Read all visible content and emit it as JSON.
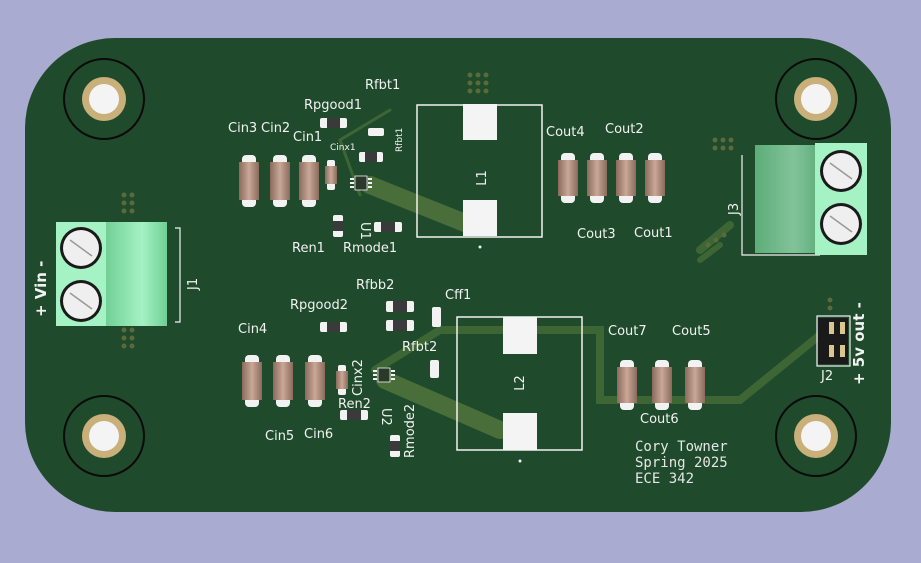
{
  "board": {
    "author": "Cory Towner",
    "term": "Spring 2025",
    "course": "ECE 342"
  },
  "colors": {
    "background": "#a9abd0",
    "board": "#1f4a2c",
    "copper": "#3a5f30",
    "silkscreen": "#f2f2f2",
    "terminal": "#8fe8b0",
    "pad": "#ffffff"
  },
  "labels": {
    "rfbt1": "Rfbt1",
    "rpgood1": "Rpgood1",
    "cin3": "Cin3",
    "cin2": "Cin2",
    "cin1": "Cin1",
    "cinx1": "Cinx1",
    "rfbt1_small": "Rfbt1",
    "u1": "U1",
    "ren1": "Ren1",
    "rmode1": "Rmode1",
    "l1": "L1",
    "cout4": "Cout4",
    "cout2": "Cout2",
    "cout3": "Cout3",
    "cout1": "Cout1",
    "j3": "J3",
    "j1": "J1",
    "rfbb2": "Rfbb2",
    "cff1": "Cff1",
    "rpgood2": "Rpgood2",
    "cin4": "Cin4",
    "cinx2": "Cinx2",
    "rfbt2": "Rfbt2",
    "ren2": "Ren2",
    "u2": "U2",
    "rmode2": "Rmode2",
    "cin5": "Cin5",
    "cin6": "Cin6",
    "l2": "L2",
    "cout7": "Cout7",
    "cout5": "Cout5",
    "cout6": "Cout6",
    "j2": "J2",
    "vout": "+ 5v out -",
    "vin": "+ Vin -"
  }
}
